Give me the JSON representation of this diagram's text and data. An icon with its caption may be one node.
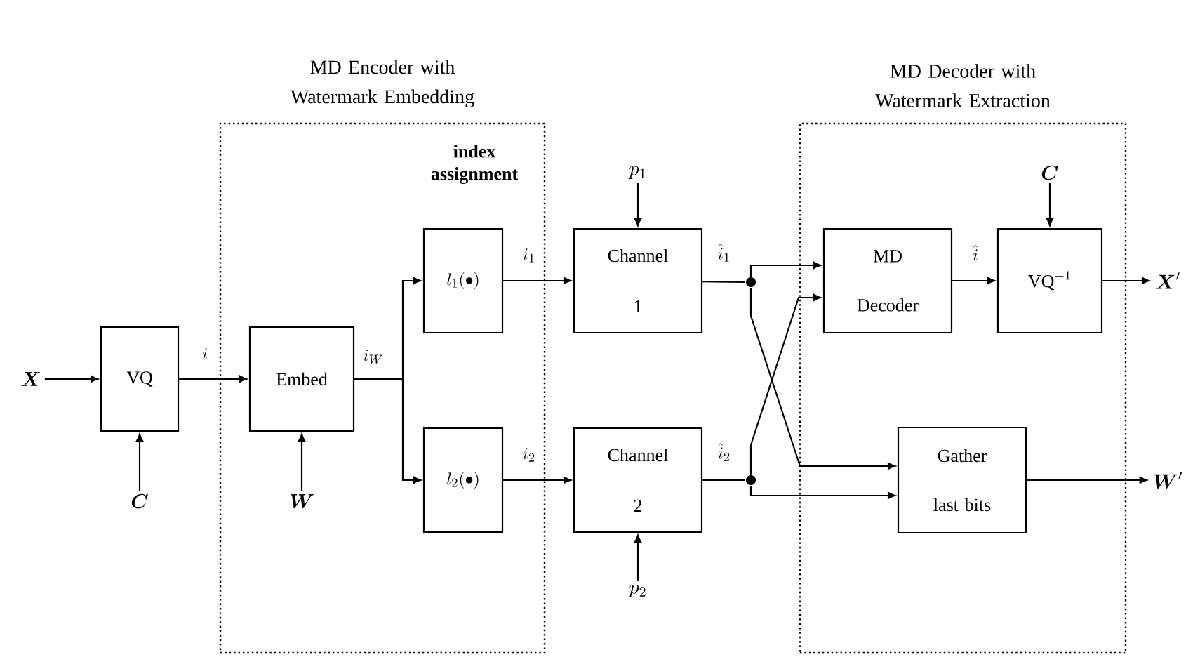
{
  "diagram": {
    "nodes": [
      {
        "text": [
          "MD Encoder with Watermark Embedding"
        ]
      },
      {
        "text": [
          "\\boldsymbol{X}"
        ]
      },
      {
        "text": [
          "VQ"
        ]
      },
      {
        "text": [
          "\\boldsymbol{C}"
        ]
      },
      {
        "text": [
          "Embed"
        ],
        "in": 0
      },
      {
        "text": [
          "\\boldsymbol{W}"
        ],
        "in": 0
      },
      {
        "text": [
          "l_1(\\bullet)"
        ],
        "in": 0
      },
      {
        "text": [
          "l_2(\\bullet)"
        ],
        "in": 0
      },
      {
        "text": [
          "p_1"
        ]
      },
      {
        "text": [
          "Channel 1"
        ]
      },
      {
        "text": [
          "Channel 2"
        ]
      },
      {
        "text": [
          "p_2"
        ]
      },
      {
        "text": [
          "MD Decoder with Watermark Extraction"
        ]
      },
      {
        "text": [],
        "shape": "circle"
      },
      {
        "text": [],
        "shape": "circle"
      },
      {
        "text": [
          "MD Decoder"
        ],
        "in": 12
      },
      {
        "text": [
          "\\boldsymbol{C}"
        ],
        "in": 12
      },
      {
        "text": [
          "\\mathrm{VQ}^{-1}"
        ],
        "in": 12
      },
      {
        "text": [
          "Gather last bits"
        ],
        "in": 12
      },
      {
        "text": [
          "\\boldsymbol{X}'"
        ]
      },
      {
        "text": [
          "\\boldsymbol{W}'"
        ]
      }
    ],
    "edges": [
      {
        "from": 1,
        "to": 2,
        "arrow": "to"
      },
      {
        "from": 2,
        "to": 4,
        "arrow": "to",
        "label": "i"
      },
      {
        "from": 3,
        "to": 2,
        "arrow": "to"
      },
      {
        "from": 5,
        "to": 4,
        "arrow": "to"
      },
      {
        "from": 4,
        "to": 6,
        "arrow": "to",
        "label": "i_W"
      },
      {
        "from": 4,
        "to": 7,
        "arrow": "to"
      },
      {
        "from": 6,
        "to": 9,
        "arrow": "to",
        "label": "i_1"
      },
      {
        "from": 7,
        "to": 10,
        "arrow": "to",
        "label": "i_2"
      },
      {
        "from": 8,
        "to": 9,
        "arrow": "to"
      },
      {
        "from": 11,
        "to": 10,
        "arrow": "to"
      },
      {
        "from": 9,
        "to": 13,
        "arrow": "none",
        "label": "\\hat{i}_1"
      },
      {
        "from": 10,
        "to": 14,
        "arrow": "none",
        "label": "\\hat{i}_2"
      },
      {
        "from": 13,
        "to": 15,
        "arrow": "to"
      },
      {
        "from": 13,
        "to": 18,
        "arrow": "to"
      },
      {
        "from": 14,
        "to": 15,
        "arrow": "to"
      },
      {
        "from": 14,
        "to": 18,
        "arrow": "to"
      },
      {
        "from": 15,
        "to": 17,
        "arrow": "to",
        "label": "\\hat{i}"
      },
      {
        "from": 16,
        "to": 17,
        "arrow": "to"
      },
      {
        "from": 17,
        "to": 19,
        "arrow": "to"
      },
      {
        "from": 18,
        "to": 20,
        "arrow": "to"
      }
    ],
    "labels": [
      "index assignment"
    ]
  }
}
